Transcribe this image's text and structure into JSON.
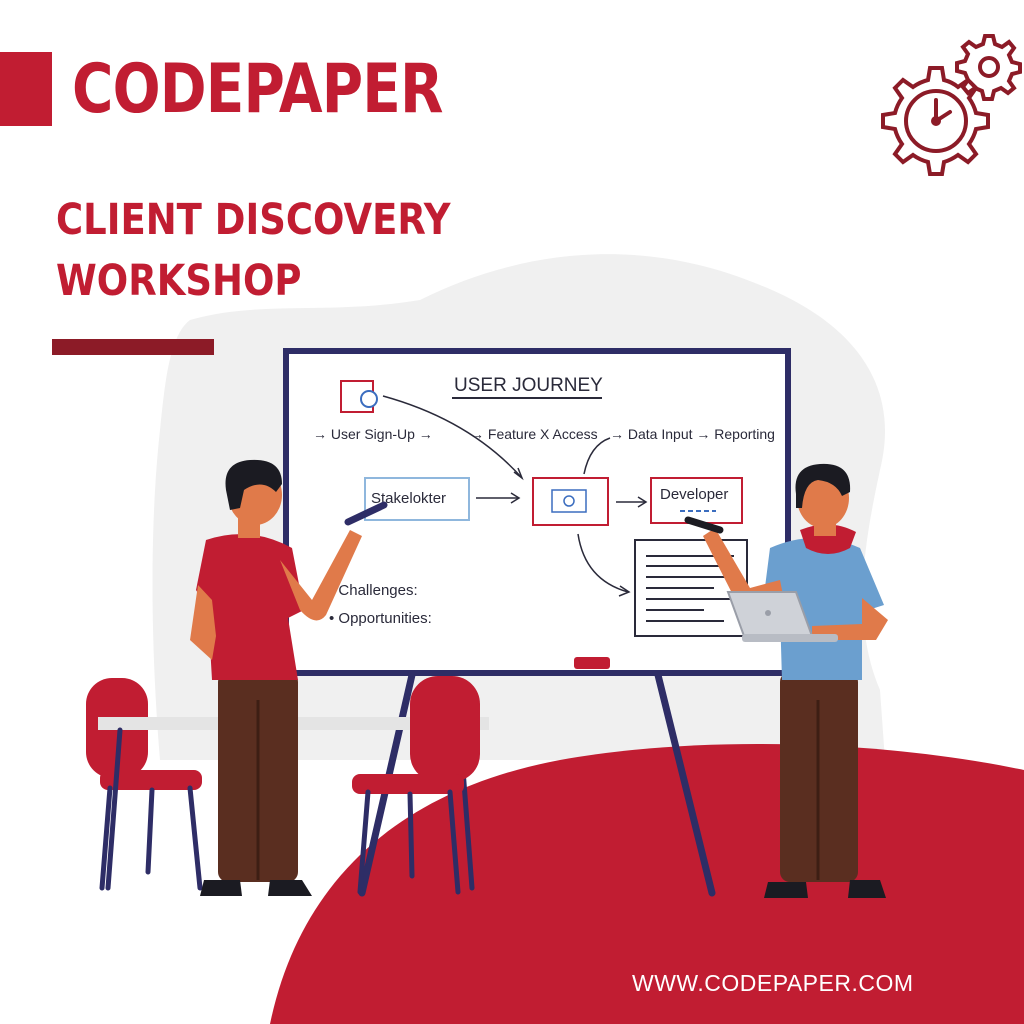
{
  "header": {
    "brand": "CODEPAPER",
    "title_line1": "CLIENT DISCOVERY",
    "title_line2": "WORKSHOP"
  },
  "whiteboard": {
    "heading": "USER JOURNEY",
    "flow_step_1": "→ User Sign-Up →",
    "flow_step_2": "→ Feature X Access",
    "flow_step_3": "→ Data Input → Reporting",
    "stakeholder_box": "Stakelokter",
    "developer_box": "Developer",
    "bullet_1": "• Challenges:",
    "bullet_2": "• Opportunities:"
  },
  "footer": {
    "url": "WWW.CODEPAPER.COM"
  },
  "colors": {
    "brand_red": "#c11d32",
    "dark_red": "#8c1b27",
    "board_frame": "#2e2d66",
    "shirt_blue": "#6b9fcf",
    "pants_brown": "#5a2e20"
  },
  "icons": [
    "gear-clock-icon",
    "small-gear-icon",
    "laptop-icon"
  ]
}
